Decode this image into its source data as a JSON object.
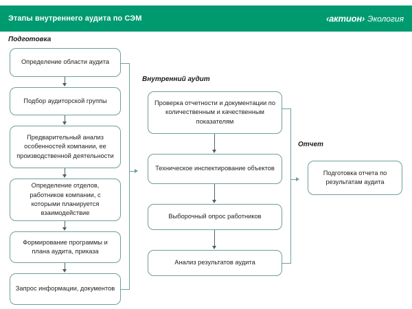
{
  "header": {
    "title": "Этапы внутреннего аудита по СЭМ",
    "brand_mark": "‹актион›",
    "brand_word": "Экология",
    "background_color": "#009a70",
    "text_color": "#ffffff"
  },
  "diagram": {
    "type": "flowchart",
    "node_border_color": "#6e9c9c",
    "connector_color": "#4d5f63",
    "sections": [
      {
        "id": "preparation",
        "label": "Подготовка",
        "nodes": [
          {
            "id": "prep-1",
            "text": "Определение области аудита"
          },
          {
            "id": "prep-2",
            "text": "Подбор аудиторской группы"
          },
          {
            "id": "prep-3",
            "text": "Предварительный анализ особенностей компании, ее производственной деятельности"
          },
          {
            "id": "prep-4",
            "text": "Определение отделов, работников компании, с которыми планируется взаимодействие"
          },
          {
            "id": "prep-5",
            "text": "Формирование программы и плана аудита, приказа"
          },
          {
            "id": "prep-6",
            "text": "Запрос информации, документов"
          }
        ]
      },
      {
        "id": "internal-audit",
        "label": "Внутренний аудит",
        "nodes": [
          {
            "id": "audit-1",
            "text": "Проверка отчетности и документации по количественным и качественным показателям"
          },
          {
            "id": "audit-2",
            "text": "Техническое инспектирование объектов"
          },
          {
            "id": "audit-3",
            "text": "Выборочный опрос работников"
          },
          {
            "id": "audit-4",
            "text": "Анализ результатов аудита"
          }
        ]
      },
      {
        "id": "report",
        "label": "Отчет",
        "nodes": [
          {
            "id": "report-1",
            "text": "Подготовка отчета по результатам аудита"
          }
        ]
      }
    ]
  }
}
